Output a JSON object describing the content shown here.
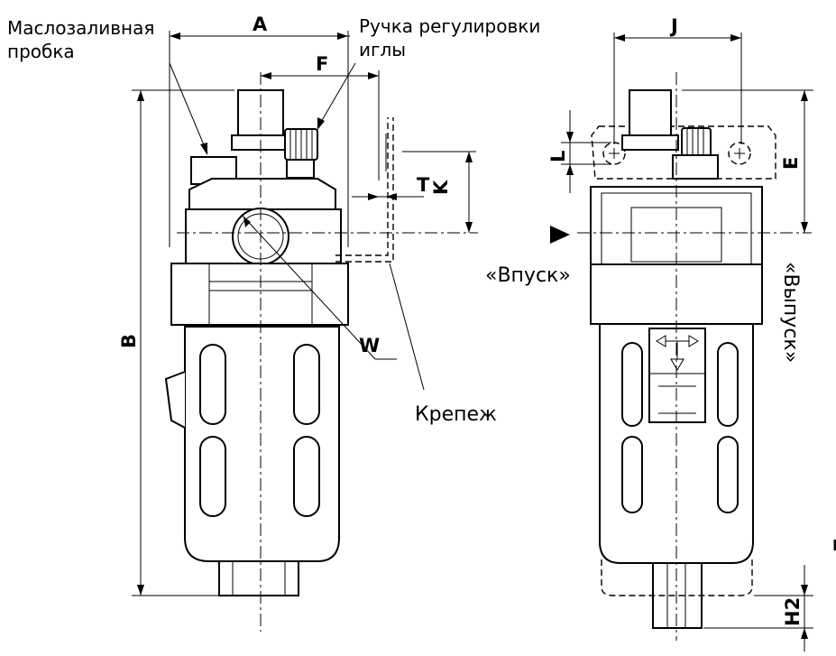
{
  "labels": {
    "oil_plug": [
      "Маслозаливная",
      "пробка"
    ],
    "needle_knob": [
      "Ручка регулировки",
      "иглы"
    ],
    "mount": "Крепеж",
    "inlet": "«Впуск»",
    "outlet": "«Выпуск»"
  },
  "dimensions": {
    "A": "A",
    "F": "F",
    "T": "T",
    "K": "K",
    "B": "B",
    "W": "W",
    "J": "J",
    "L": "L",
    "E": "E",
    "H2": "H2"
  }
}
